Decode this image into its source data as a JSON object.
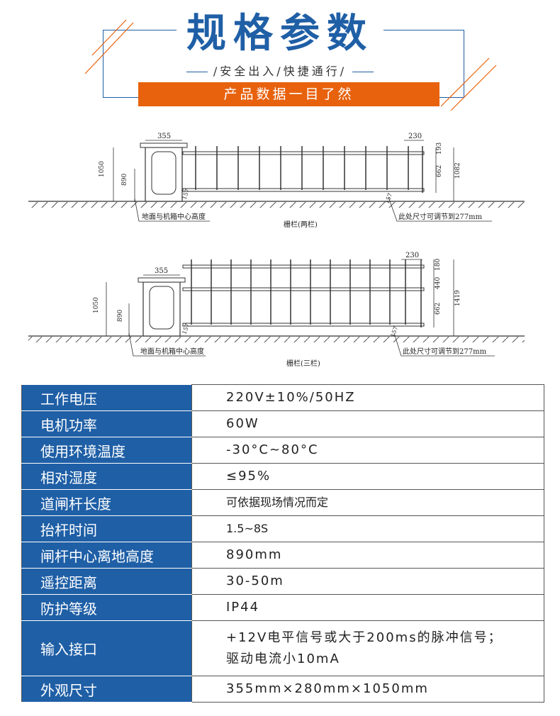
{
  "header": {
    "title": "规格参数",
    "subtitle": "/安全出入/快捷通行/",
    "banner": "产品数据一目了然"
  },
  "drawing_two": {
    "dim_cabinet_width": "355",
    "dim_tip": "230",
    "dim_height_total": "1050",
    "dim_center": "890",
    "dim_fence_top": "193",
    "dim_fence_mid": "662",
    "dim_fence_total": "1082",
    "dim_gap": "157",
    "note_left": "地面与机箱中心高度",
    "note_right": "此处尺寸可调节到277mm",
    "caption": "栅栏(两栏)"
  },
  "drawing_three": {
    "dim_cabinet_width": "355",
    "dim_tip": "230",
    "dim_height_total": "1050",
    "dim_center": "890",
    "dim_fence_top": "180",
    "dim_fence_upper": "440",
    "dim_fence_mid": "662",
    "dim_fence_total": "1419",
    "dim_gap": "157",
    "note_left": "地面与机箱中心高度",
    "note_right": "此处尺寸可调节到277mm",
    "caption": "栅栏(三栏)"
  },
  "specs": [
    {
      "key": "工作电压",
      "value": "220V±10%/50HZ"
    },
    {
      "key": "电机功率",
      "value": "60W"
    },
    {
      "key": "使用环境温度",
      "value": "-30°C~80°C"
    },
    {
      "key": "相对湿度",
      "value": "≤95%"
    },
    {
      "key": "道闸杆长度",
      "value": "可依据现场情况而定"
    },
    {
      "key": "抬杆时间",
      "value": "1.5~8S"
    },
    {
      "key": "闸杆中心离地高度",
      "value": "890mm"
    },
    {
      "key": "遥控距离",
      "value": "30-50m"
    },
    {
      "key": "防护等级",
      "value": "IP44"
    },
    {
      "key": "输入接口",
      "value": "+12V电平信号或大于200ms的脉冲信号；",
      "value2": "驱动电流小10mA"
    },
    {
      "key": "外观尺寸",
      "value": "355mm×280mm×1050mm"
    }
  ],
  "colors": {
    "brand_blue": "#1f5fa6",
    "banner_orange": "#e8620d"
  }
}
